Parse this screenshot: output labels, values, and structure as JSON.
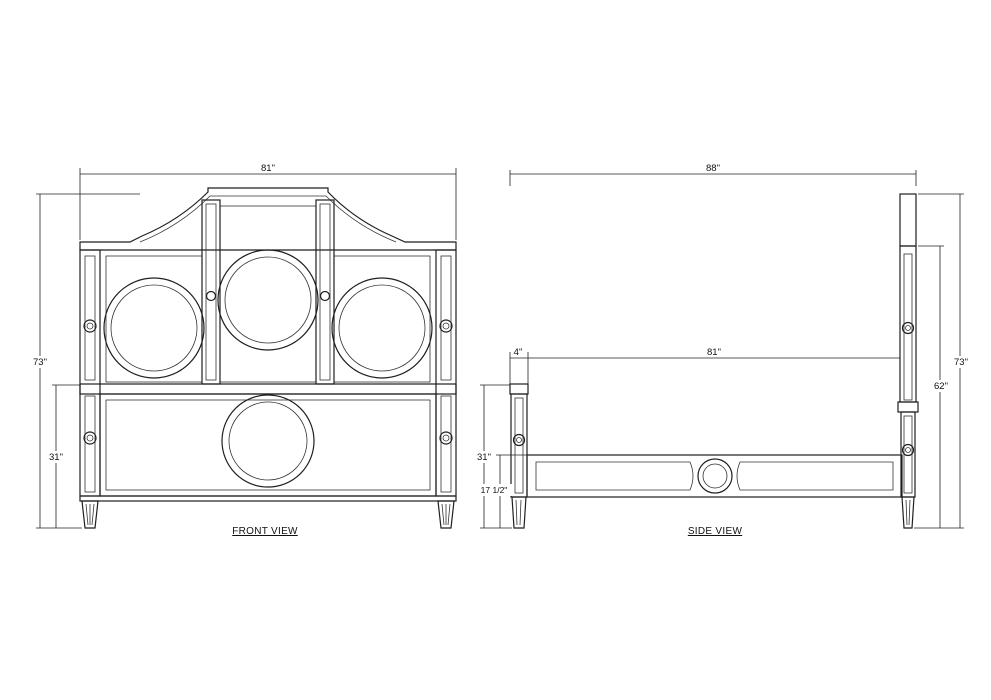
{
  "front_view": {
    "caption": "FRONT VIEW",
    "dim_width": "81\"",
    "dim_total_height": "73\"",
    "dim_footboard_height": "31\""
  },
  "side_view": {
    "caption": "SIDE VIEW",
    "dim_overall_length": "88\"",
    "dim_inner_length": "81\"",
    "dim_footboard_depth": "4\"",
    "dim_total_height": "73\"",
    "dim_headboard_height": "62\"",
    "dim_footboard_height": "31\"",
    "dim_rail_height": "17 1/2\""
  },
  "colors": {
    "line": "#1f1f1f",
    "background": "#ffffff",
    "lattice": "#777777"
  }
}
